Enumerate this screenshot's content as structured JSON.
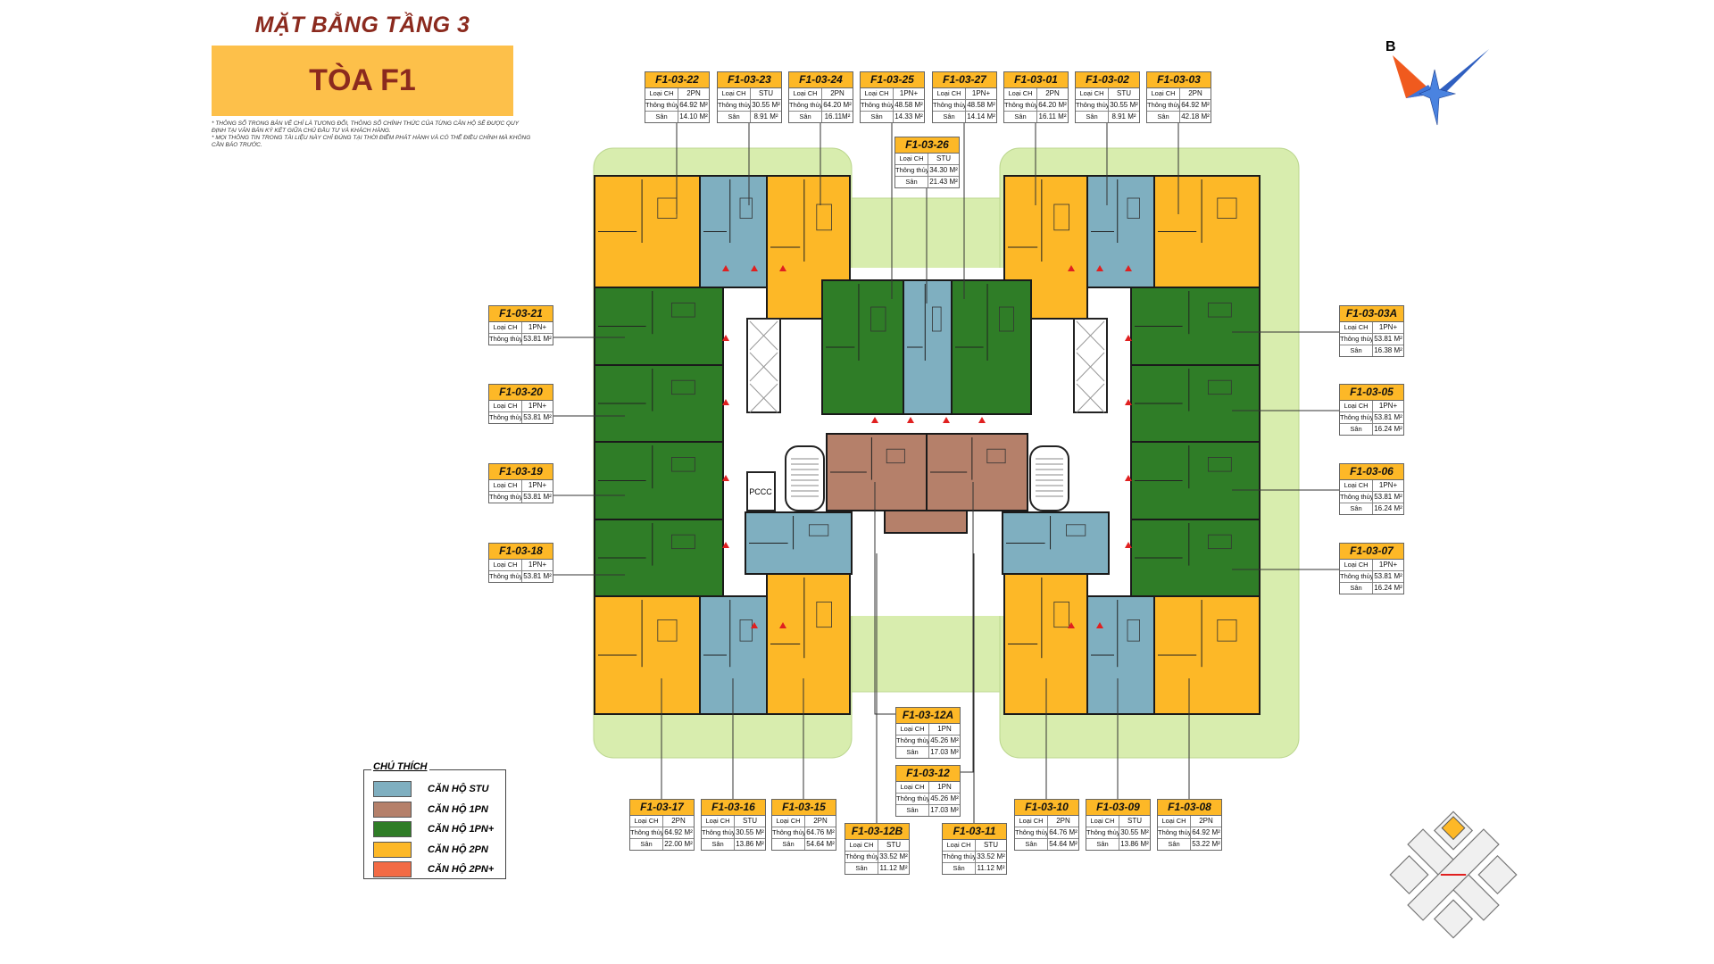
{
  "header": {
    "title": "MẶT BẰNG TẦNG 3",
    "tower": "TÒA F1",
    "note_1": "* Thông số trong bản vẽ chỉ là tương đối, thông số chính thức của từng căn hộ sẽ được quy định tại văn bản ký kết giữa chủ đầu tư và khách hàng.",
    "note_2": "* Mọi thông tin trong tài liệu này chỉ đúng tại thời điểm phát hành và có thể điều chỉnh mà không cần báo trước."
  },
  "field_labels": {
    "type": "Loại CH",
    "area": "Thông thủy",
    "balcony": "Sân"
  },
  "units": {
    "u22": {
      "code": "F1-03-22",
      "type": "2PN",
      "area": "64.92 M²",
      "balcony": "14.10 M²"
    },
    "u23": {
      "code": "F1-03-23",
      "type": "STU",
      "area": "30.55 M²",
      "balcony": "8.91 M²"
    },
    "u24": {
      "code": "F1-03-24",
      "type": "2PN",
      "area": "64.20 M²",
      "balcony": "16.11M²"
    },
    "u25": {
      "code": "F1-03-25",
      "type": "1PN+",
      "area": "48.58 M²",
      "balcony": "14.33 M²"
    },
    "u27": {
      "code": "F1-03-27",
      "type": "1PN+",
      "area": "48.58 M²",
      "balcony": "14.14 M²"
    },
    "u01": {
      "code": "F1-03-01",
      "type": "2PN",
      "area": "64.20 M²",
      "balcony": "16.11 M²"
    },
    "u02": {
      "code": "F1-03-02",
      "type": "STU",
      "area": "30.55 M²",
      "balcony": "8.91 M²"
    },
    "u03": {
      "code": "F1-03-03",
      "type": "2PN",
      "area": "64.92 M²",
      "balcony": "42.18 M²"
    },
    "u26": {
      "code": "F1-03-26",
      "type": "STU",
      "area": "34.30 M²",
      "balcony": "21.43 M²"
    },
    "u21": {
      "code": "F1-03-21",
      "type": "1PN+",
      "area": "53.81 M²"
    },
    "u20": {
      "code": "F1-03-20",
      "type": "1PN+",
      "area": "53.81 M²"
    },
    "u19": {
      "code": "F1-03-19",
      "type": "1PN+",
      "area": "53.81 M²"
    },
    "u18": {
      "code": "F1-03-18",
      "type": "1PN+",
      "area": "53.81 M²"
    },
    "u03A": {
      "code": "F1-03-03A",
      "type": "1PN+",
      "area": "53.81 M²",
      "balcony": "16.38 M²"
    },
    "u05": {
      "code": "F1-03-05",
      "type": "1PN+",
      "area": "53.81 M²",
      "balcony": "16.24 M²"
    },
    "u06": {
      "code": "F1-03-06",
      "type": "1PN+",
      "area": "53.81 M²",
      "balcony": "16.24 M²"
    },
    "u07": {
      "code": "F1-03-07",
      "type": "1PN+",
      "area": "53.81 M²",
      "balcony": "16.24 M²"
    },
    "u12A": {
      "code": "F1-03-12A",
      "type": "1PN",
      "area": "45.26 M²",
      "balcony": "17.03 M²"
    },
    "u12": {
      "code": "F1-03-12",
      "type": "1PN",
      "area": "45.26 M²",
      "balcony": "17.03 M²"
    },
    "u17": {
      "code": "F1-03-17",
      "type": "2PN",
      "area": "64.92 M²",
      "balcony": "22.00 M²"
    },
    "u16": {
      "code": "F1-03-16",
      "type": "STU",
      "area": "30.55 M²",
      "balcony": "13.86 M²"
    },
    "u15": {
      "code": "F1-03-15",
      "type": "2PN",
      "area": "64.76 M²",
      "balcony": "54.64 M²"
    },
    "u12B": {
      "code": "F1-03-12B",
      "type": "STU",
      "area": "33.52 M²",
      "balcony": "11.12 M²"
    },
    "u11": {
      "code": "F1-03-11",
      "type": "STU",
      "area": "33.52 M²",
      "balcony": "11.12 M²"
    },
    "u10": {
      "code": "F1-03-10",
      "type": "2PN",
      "area": "64.76 M²",
      "balcony": "54.64 M²"
    },
    "u09": {
      "code": "F1-03-09",
      "type": "STU",
      "area": "30.55 M²",
      "balcony": "13.86 M²"
    },
    "u08": {
      "code": "F1-03-08",
      "type": "2PN",
      "area": "64.92 M²",
      "balcony": "53.22 M²"
    }
  },
  "plan": {
    "pccc_label": "PCCC",
    "compass_label": "B"
  },
  "legend": {
    "title": "CHÚ THÍCH",
    "items": [
      {
        "label": "CĂN HỘ STU",
        "color": "#7FAFC0"
      },
      {
        "label": "CĂN HỘ 1PN",
        "color": "#B5806A"
      },
      {
        "label": "CĂN HỘ 1PN+",
        "color": "#2F7D27"
      },
      {
        "label": "CĂN HỘ 2PN",
        "color": "#FDB827"
      },
      {
        "label": "CĂN HỘ 2PN+",
        "color": "#F26B45"
      }
    ]
  },
  "colors": {
    "lawn": "#D8EDAE",
    "title": "#8B2A1E",
    "header": "#FDB827"
  }
}
